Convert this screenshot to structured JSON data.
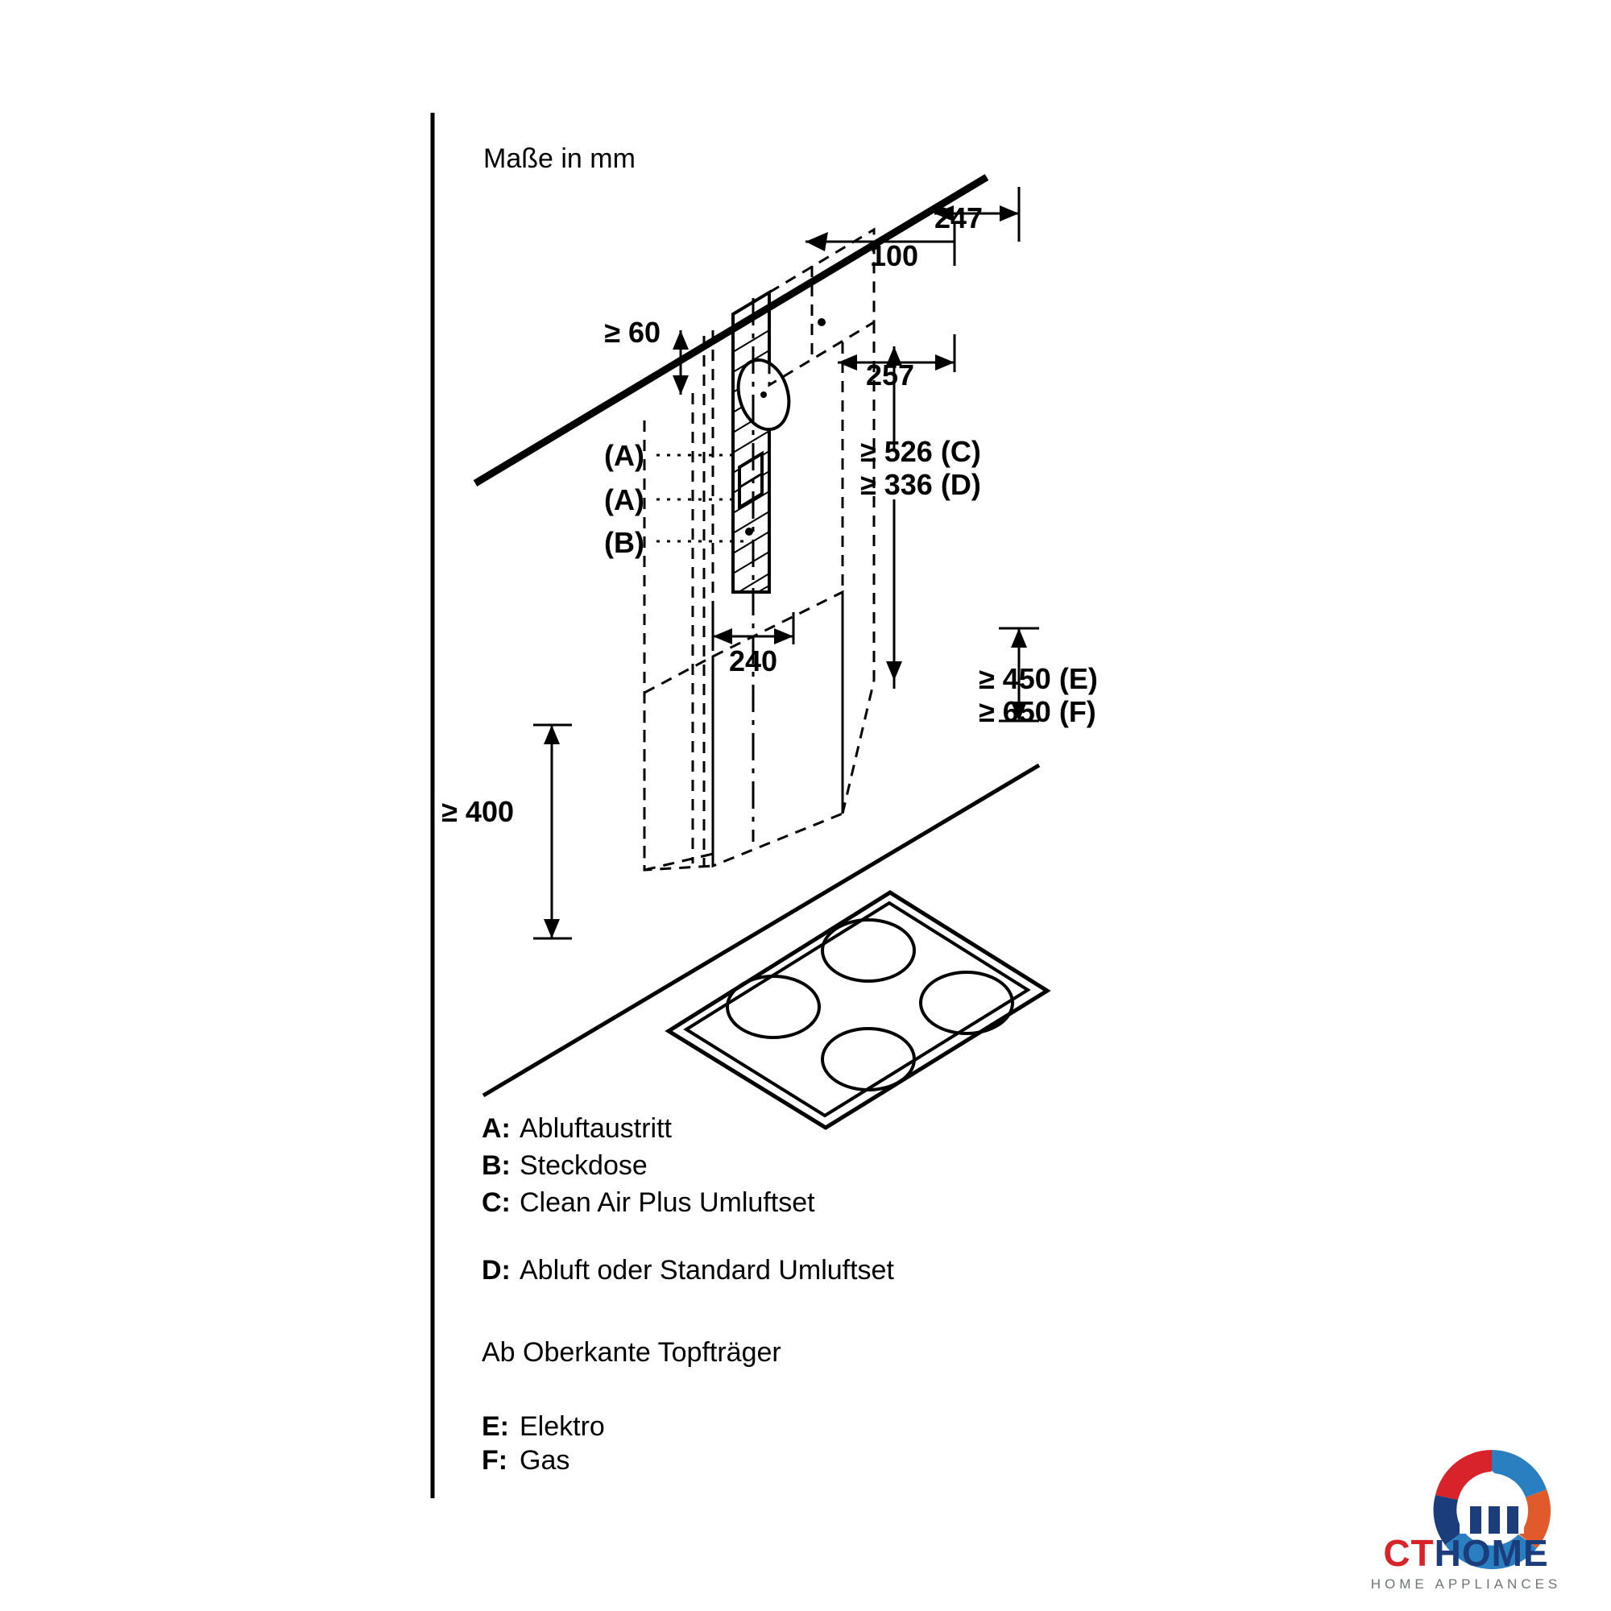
{
  "diagram": {
    "units_note": "Maße in mm",
    "dimensions": {
      "top_right": "247",
      "top_center": "100",
      "left_min_gap": "≥ 60",
      "depth_257": "257",
      "height_c": "≥ 526 (C)",
      "height_d": "≥ 336 (D)",
      "width_240": "240",
      "height_e": "≥ 450 (E)",
      "height_f": "≥ 650 (F)",
      "height_400": "≥ 400"
    },
    "callouts": {
      "a1": "(A)",
      "a2": "(A)",
      "b": "(B)"
    }
  },
  "legend": {
    "group1": [
      {
        "key": "A:",
        "text": "Abluftaustritt"
      },
      {
        "key": "B:",
        "text": "Steckdose"
      },
      {
        "key": "C:",
        "text": "Clean Air Plus Umluftset"
      }
    ],
    "group2": [
      {
        "key": "D:",
        "text": "Abluft oder Standard Umluftset"
      }
    ],
    "note": "Ab Oberkante Topfträger",
    "group3": [
      {
        "key": "E:",
        "text": "Elektro"
      },
      {
        "key": "F:",
        "text": "Gas"
      }
    ]
  },
  "branding": {
    "name_c": "CT",
    "name_home": "HOME",
    "tagline": "HOME APPLIANCES",
    "colors": {
      "red": "#d8232a",
      "blue": "#1b3d7b",
      "gray": "#6f7478"
    }
  }
}
